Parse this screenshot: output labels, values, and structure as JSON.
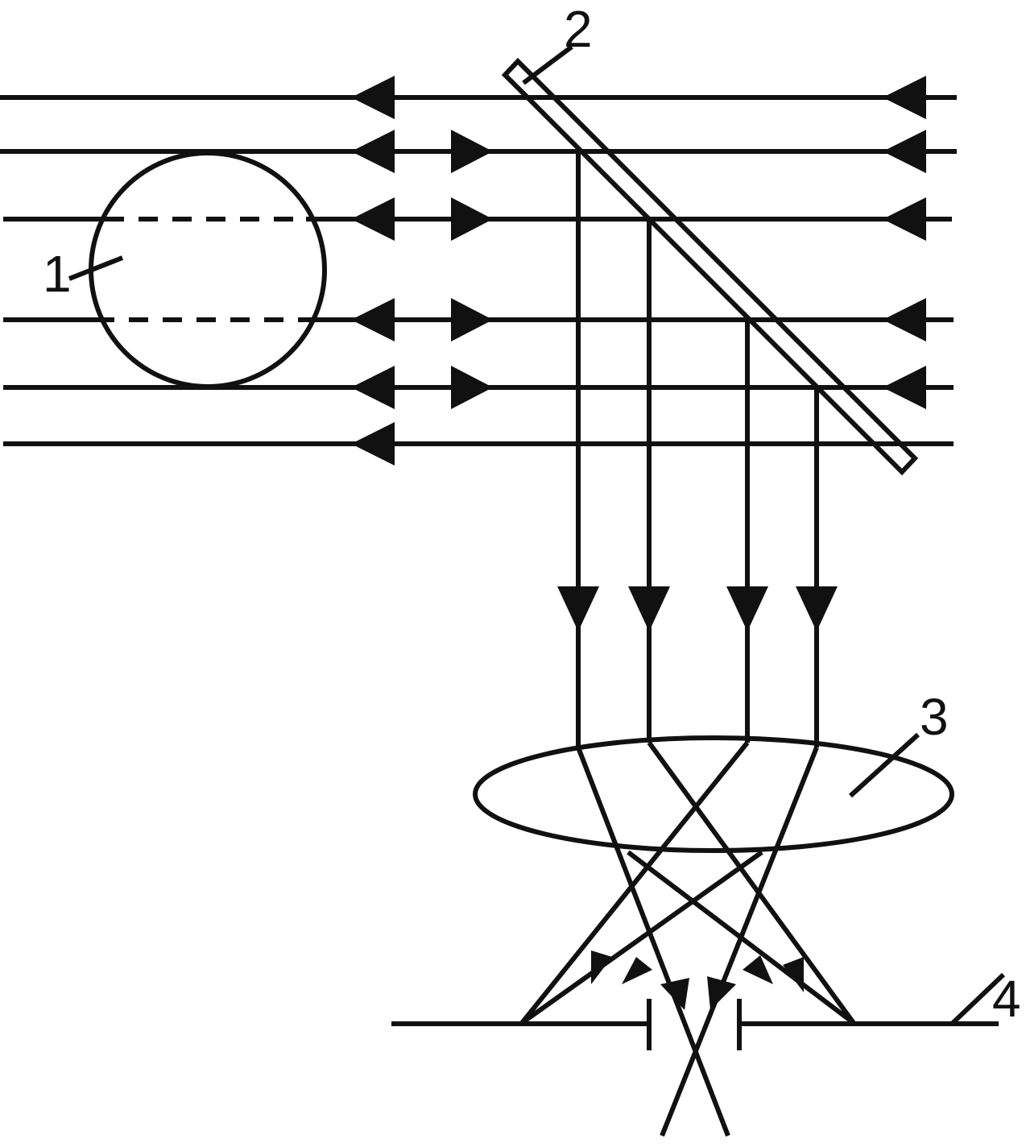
{
  "labels": {
    "object": "1",
    "beam_splitter": "2",
    "lens": "3",
    "detector": "4"
  },
  "colors": {
    "ink": "#111111",
    "background": "#ffffff"
  }
}
